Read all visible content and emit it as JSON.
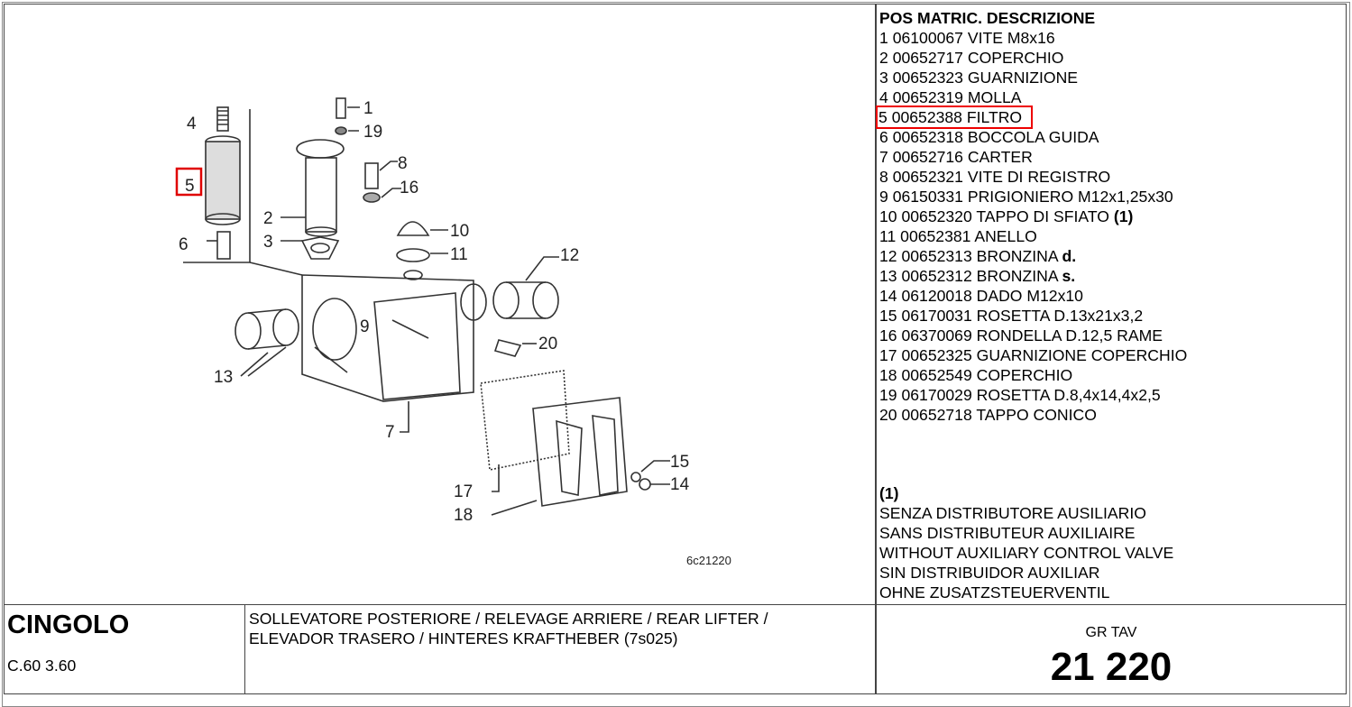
{
  "diagram": {
    "drawing_code": "6c21220",
    "callouts": [
      "1",
      "2",
      "3",
      "4",
      "5",
      "6",
      "7",
      "8",
      "9",
      "10",
      "11",
      "12",
      "13",
      "14",
      "15",
      "16",
      "17",
      "18",
      "19",
      "20"
    ],
    "highlighted_callout": "5",
    "highlight_color": "#e00000"
  },
  "parts_list": {
    "header": "POS MATRIC. DESCRIZIONE",
    "items": [
      {
        "pos": "1",
        "code": "06100067",
        "desc": "VITE M8x16",
        "suffix": ""
      },
      {
        "pos": "2",
        "code": "00652717",
        "desc": "COPERCHIO",
        "suffix": ""
      },
      {
        "pos": "3",
        "code": "00652323",
        "desc": "GUARNIZIONE",
        "suffix": ""
      },
      {
        "pos": "4",
        "code": "00652319",
        "desc": "MOLLA",
        "suffix": ""
      },
      {
        "pos": "5",
        "code": "00652388",
        "desc": "FILTRO",
        "suffix": ""
      },
      {
        "pos": "6",
        "code": "00652318",
        "desc": "BOCCOLA GUIDA",
        "suffix": ""
      },
      {
        "pos": "7",
        "code": "00652716",
        "desc": "CARTER",
        "suffix": ""
      },
      {
        "pos": "8",
        "code": "00652321",
        "desc": "VITE DI REGISTRO",
        "suffix": ""
      },
      {
        "pos": "9",
        "code": "06150331",
        "desc": "PRIGIONIERO M12x1,25x30",
        "suffix": ""
      },
      {
        "pos": "10",
        "code": "00652320",
        "desc": "TAPPO DI SFIATO",
        "suffix": "(1)"
      },
      {
        "pos": "11",
        "code": "00652381",
        "desc": "ANELLO",
        "suffix": ""
      },
      {
        "pos": "12",
        "code": "00652313",
        "desc": "BRONZINA",
        "suffix": "d."
      },
      {
        "pos": "13",
        "code": "00652312",
        "desc": "BRONZINA",
        "suffix": "s."
      },
      {
        "pos": "14",
        "code": "06120018",
        "desc": "DADO M12x10",
        "suffix": ""
      },
      {
        "pos": "15",
        "code": "06170031",
        "desc": "ROSETTA D.13x21x3,2",
        "suffix": ""
      },
      {
        "pos": "16",
        "code": "06370069",
        "desc": "RONDELLA D.12,5 RAME",
        "suffix": ""
      },
      {
        "pos": "17",
        "code": "00652325",
        "desc": "GUARNIZIONE COPERCHIO",
        "suffix": ""
      },
      {
        "pos": "18",
        "code": "00652549",
        "desc": "COPERCHIO",
        "suffix": ""
      },
      {
        "pos": "19",
        "code": "06170029",
        "desc": "ROSETTA D.8,4x14,4x2,5",
        "suffix": ""
      },
      {
        "pos": "20",
        "code": "00652718",
        "desc": "TAPPO CONICO",
        "suffix": ""
      }
    ],
    "highlighted_pos": "5",
    "notes": {
      "marker": "(1)",
      "lines": [
        "SENZA DISTRIBUTORE AUSILIARIO",
        "SANS DISTRIBUTEUR AUXILIAIRE",
        "WITHOUT AUXILIARY CONTROL VALVE",
        "SIN DISTRIBUIDOR AUXILIAR",
        "OHNE ZUSATZSTEUERVENTIL"
      ]
    }
  },
  "footer": {
    "brand": "CINGOLO",
    "models": "C.60 3.60",
    "description_line1": "SOLLEVATORE POSTERIORE / RELEVAGE ARRIERE / REAR LIFTER /",
    "description_line2": "ELEVADOR TRASERO / HINTERES KRAFTHEBER (7s025)",
    "group_label": "GR TAV",
    "group_number": "21 220"
  }
}
